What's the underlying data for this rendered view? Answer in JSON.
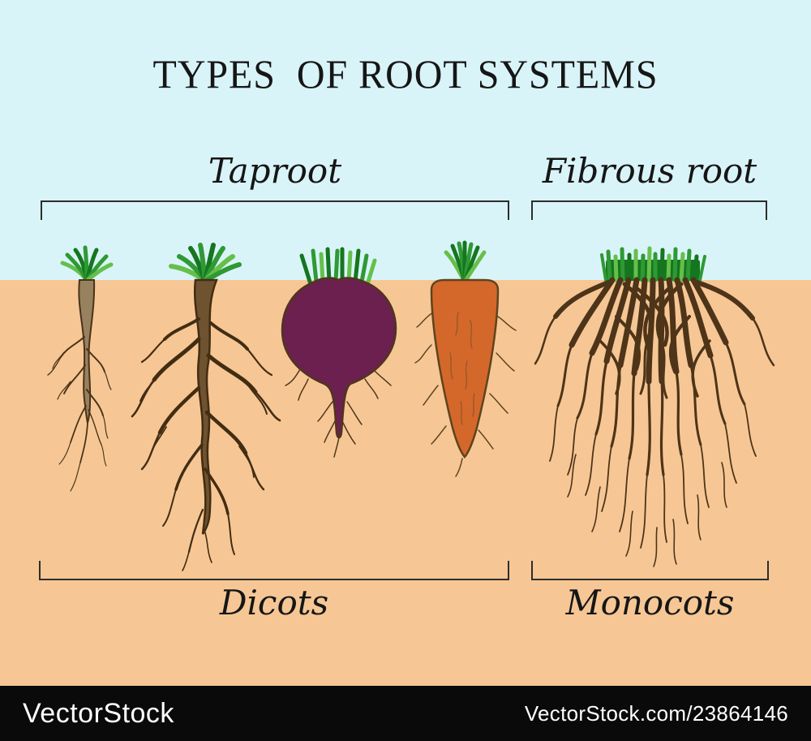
{
  "title": "TYPES  OF ROOT SYSTEMS",
  "groups": {
    "taproot_label": "Taproot",
    "fibrous_label": "Fibrous root",
    "dicots_label": "Dicots",
    "monocots_label": "Monocots"
  },
  "illustrations": {
    "plant1": "young-taproot",
    "plant2": "branched-taproot",
    "plant3": "beet-root",
    "plant4": "carrot-root",
    "plant5": "fibrous-root-mass"
  },
  "watermark": {
    "brand": "VectorStock",
    "url": "VectorStock.com/23864146"
  },
  "colors": {
    "sky": "#d9f4f9",
    "soil": "#f6c795",
    "ink": "#161616",
    "bracket": "#2d2d2d",
    "bar-bg": "#0a0a0a",
    "bar-text": "#ffffff",
    "grass-dark": "#15761f",
    "grass-mid": "#2f9934",
    "grass-light": "#66bf4a",
    "root1-fill": "#97815f",
    "root1-line": "#4a3318",
    "root2-fill": "#6f5230",
    "root2-line": "#432d12",
    "beet-fill": "#6b2050",
    "beet-line": "#4f361b",
    "carrot-fill": "#d4682a",
    "carrot-line": "#5f431f",
    "carrot-vein": "#9a5a28",
    "fibrous": "#4e3418"
  }
}
